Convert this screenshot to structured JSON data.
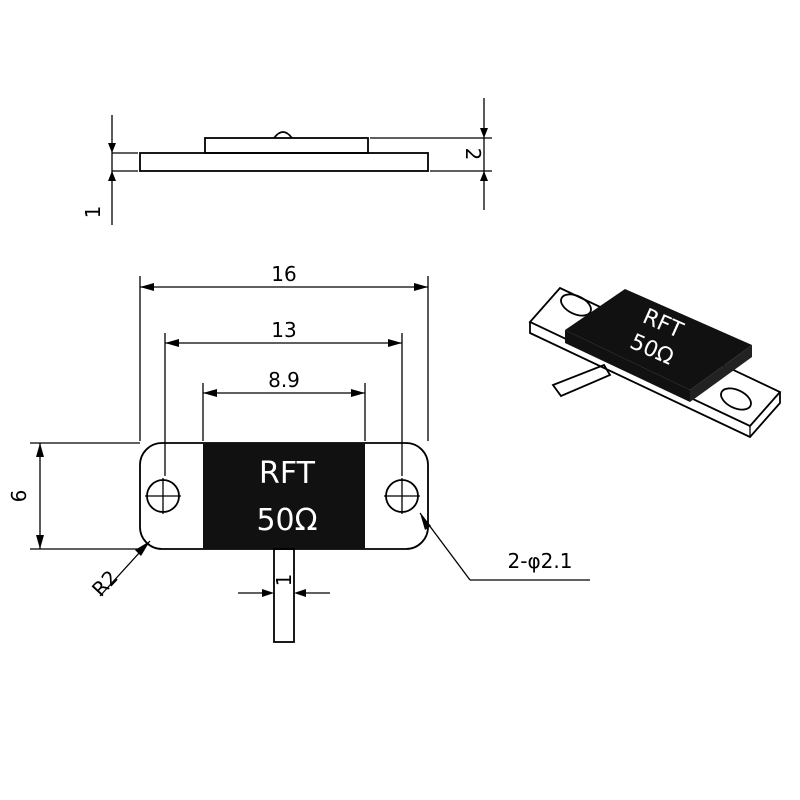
{
  "component": {
    "label_line1": "RFT",
    "label_line2": "50Ω"
  },
  "side_view": {
    "dim_height": "2",
    "dim_flange": "1"
  },
  "top_view": {
    "dim_total_length": "16",
    "dim_hole_spacing": "13",
    "dim_body_width": "8.9",
    "dim_height": "6",
    "dim_lead_width": "1",
    "dim_radius": "R2",
    "dim_holes": "2-φ2.1"
  },
  "colors": {
    "line": "#000000",
    "body_fill": "#111111",
    "label_text": "#ffffff"
  }
}
